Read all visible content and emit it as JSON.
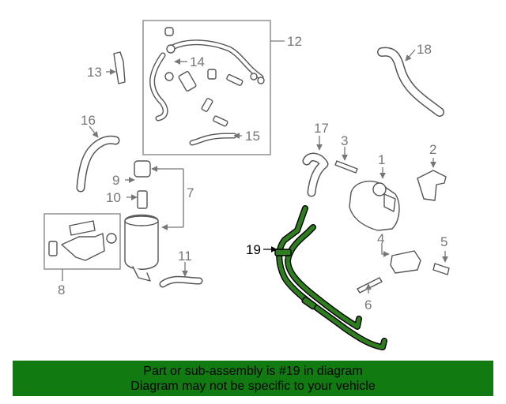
{
  "callouts": {
    "c1": "1",
    "c2": "2",
    "c3": "3",
    "c4": "4",
    "c5": "5",
    "c6": "6",
    "c7": "7",
    "c8": "8",
    "c9": "9",
    "c10": "10",
    "c11": "11",
    "c12": "12",
    "c13": "13",
    "c14": "14",
    "c15": "15",
    "c16": "16",
    "c17": "17",
    "c18": "18",
    "c19": "19"
  },
  "highlight": {
    "part": "19",
    "color": "#2e7d1f"
  },
  "banner": {
    "line1": "Part or sub-assembly is #19 in diagram",
    "line2": "Diagram may not be specific to your vehicle",
    "background": "#117a11"
  }
}
